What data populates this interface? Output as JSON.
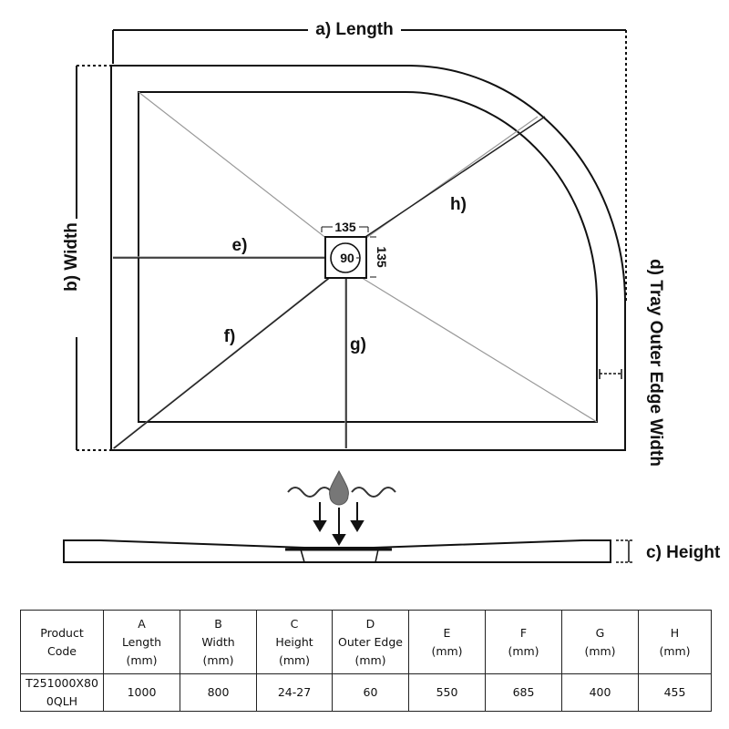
{
  "diagram": {
    "labels": {
      "length": "a) Length",
      "width": "b) Width",
      "height": "c) Height",
      "outer_edge": "d) Tray Outer Edge Width",
      "e": "e)",
      "f": "f)",
      "g": "g)",
      "h": "h)",
      "waste_top": "135",
      "waste_side": "135",
      "waste_diameter": "90"
    }
  },
  "table": {
    "headers": [
      [
        "Product",
        "Code"
      ],
      [
        "A",
        "Length",
        "(mm)"
      ],
      [
        "B",
        "Width",
        "(mm)"
      ],
      [
        "C",
        "Height",
        "(mm)"
      ],
      [
        "D",
        "Outer Edge",
        "(mm)"
      ],
      [
        "E",
        "(mm)"
      ],
      [
        "F",
        "(mm)"
      ],
      [
        "G",
        "(mm)"
      ],
      [
        "H",
        "(mm)"
      ]
    ],
    "row": {
      "code": [
        "T251000X80",
        "0QLH"
      ],
      "length": "1000",
      "width": "800",
      "height": "24-27",
      "outer_edge": "60",
      "e": "550",
      "f": "685",
      "g": "400",
      "h": "455"
    }
  }
}
